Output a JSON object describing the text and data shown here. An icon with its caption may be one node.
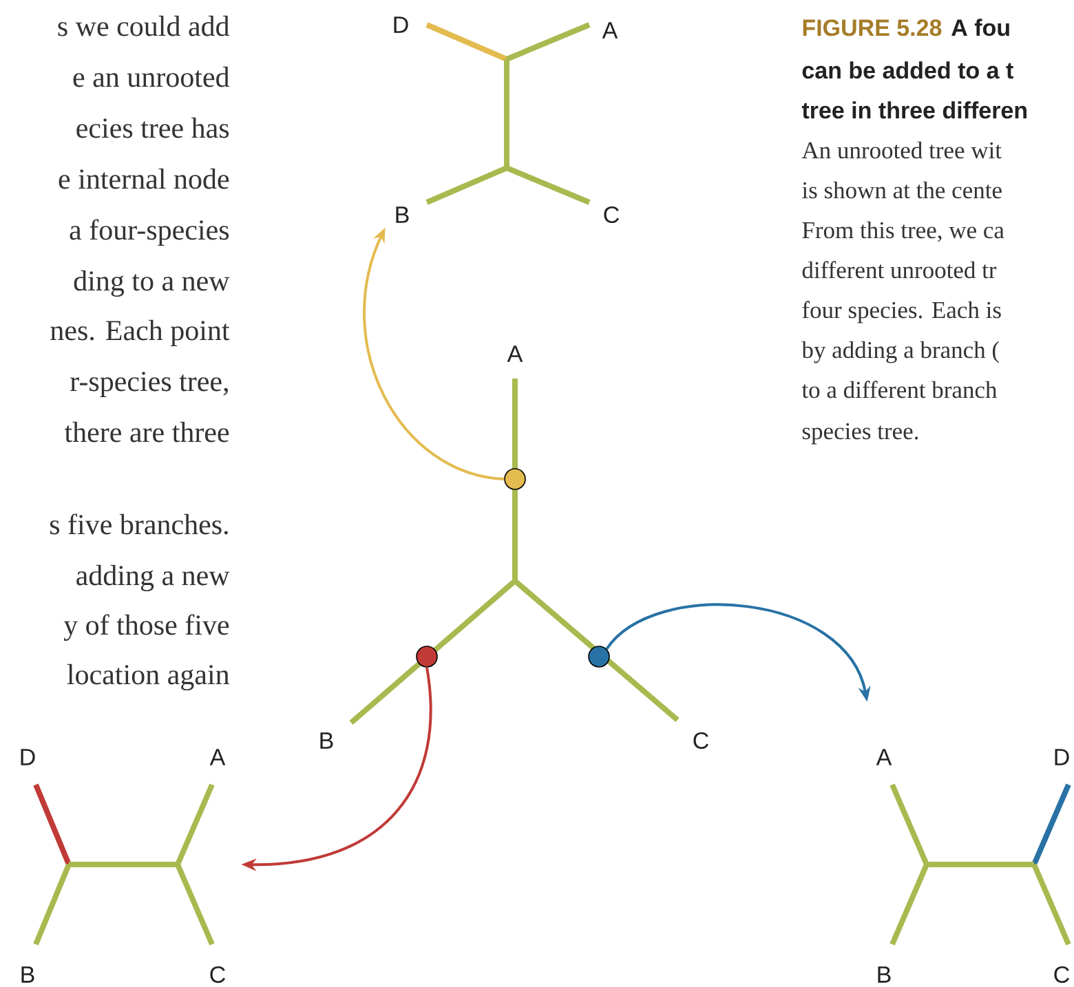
{
  "diagram": {
    "nodes": [
      {
        "text": [],
        "shape": "picture",
        "beside": [
          "D",
          "A",
          "B",
          "C"
        ]
      },
      {
        "text": [],
        "shape": "picture",
        "beside": [
          "D",
          "A",
          "B",
          "C"
        ]
      },
      {
        "text": [],
        "shape": "picture",
        "beside": [
          "A",
          "D",
          "B",
          "C"
        ]
      },
      {
        "text": [],
        "shape": "circle"
      },
      {
        "text": [],
        "shape": "circle"
      },
      {
        "text": [],
        "shape": "circle"
      }
    ],
    "edges": [
      {
        "from": 3,
        "to": 0,
        "arrow": "to",
        "color": "#e3bb4f"
      },
      {
        "from": 4,
        "to": 1,
        "arrow": "to",
        "color": "#c03a36"
      },
      {
        "from": 5,
        "to": 2,
        "arrow": "to",
        "color": "#2872a5"
      }
    ],
    "labels": [
      "s we could add",
      "e an unrooted",
      "ecies tree has",
      "e internal node",
      "a four-species",
      "ding to a new",
      "nes. Each point",
      "r-species tree,",
      "there are three",
      "s five branches.",
      "adding a new",
      "y of those five",
      "location again",
      "FIGURE 5.28",
      "A fou",
      "can be added to a t",
      "tree in three differen",
      "An unrooted tree wit",
      "is shown at the cente",
      "From this tree, we ca",
      "different unrooted tr",
      "four species. Each is",
      "by adding a branch (",
      "to a different branch",
      "species tree.",
      "A",
      "B",
      "C"
    ]
  }
}
